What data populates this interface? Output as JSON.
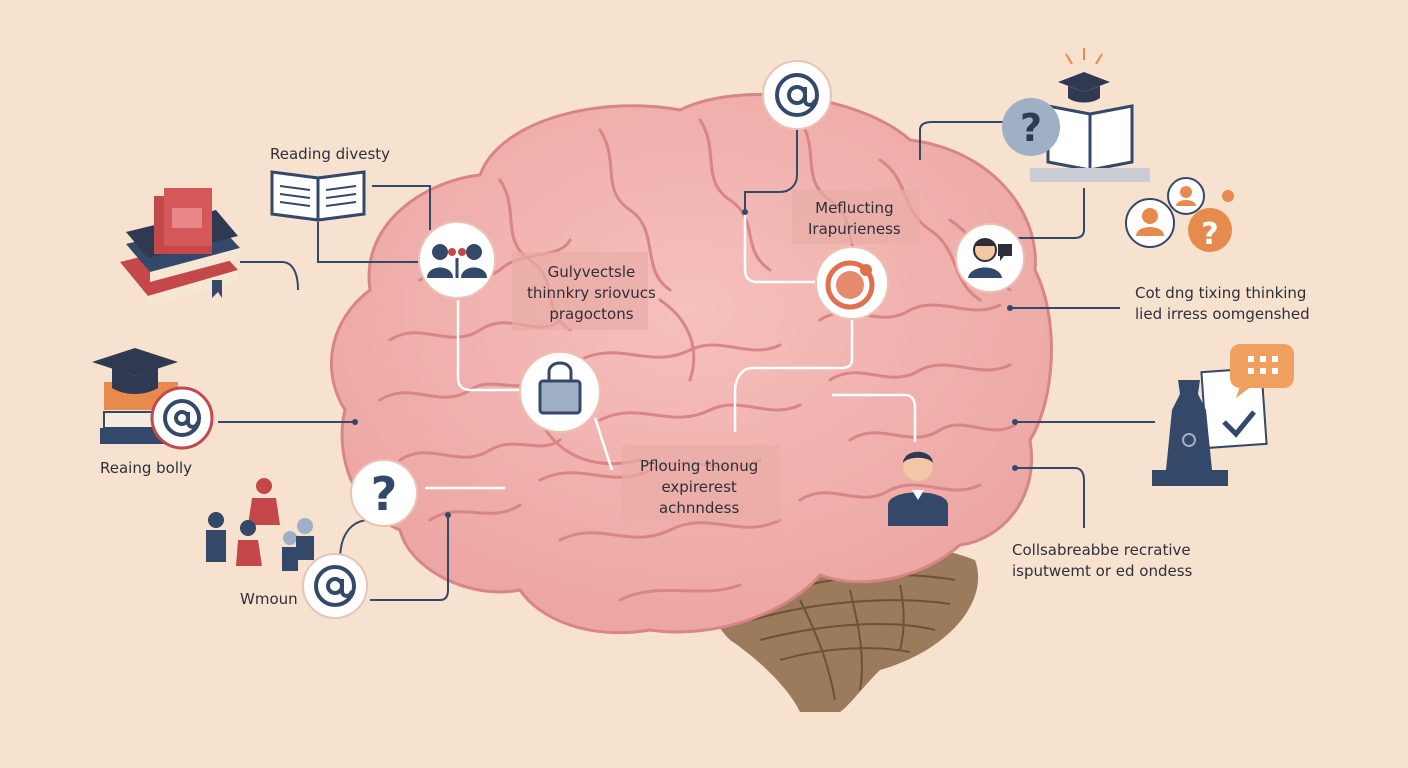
{
  "labels": {
    "reading_diversity": "Reading divesty",
    "reading_bolly": "Reaing bolly",
    "whom": "Wmoun",
    "center_left": [
      "Gulyvectsle",
      "thinnkry sriovucs",
      "pragoctons"
    ],
    "center_top": [
      "Meflucting",
      "Irapurieness"
    ],
    "center_bottom": [
      "Pflouing thonug",
      "expirerest",
      "achnndess"
    ],
    "right_top": [
      "Cot dng tixing thinking",
      "lied irress oomgenshed"
    ],
    "right_bottom": [
      "Collsabreabbe recrative",
      "isputwemt or ed ondess"
    ]
  },
  "node_icons": {
    "top": "at-sign-icon",
    "people": "people-icon",
    "lock": "lock-icon",
    "target": "target-icon",
    "question": "question-icon",
    "at_bottom": "at-sign-icon",
    "person": "person-icon",
    "headset": "person-chat-icon"
  },
  "colors": {
    "background": "#f7e2cf",
    "brain": "#f2b1ae",
    "brain_fold": "#d88588",
    "cerebellum": "#9c7a5c",
    "navy": "#34496a",
    "accent_orange": "#e68a4e",
    "accent_red": "#c4474a",
    "line": "#34496a"
  }
}
